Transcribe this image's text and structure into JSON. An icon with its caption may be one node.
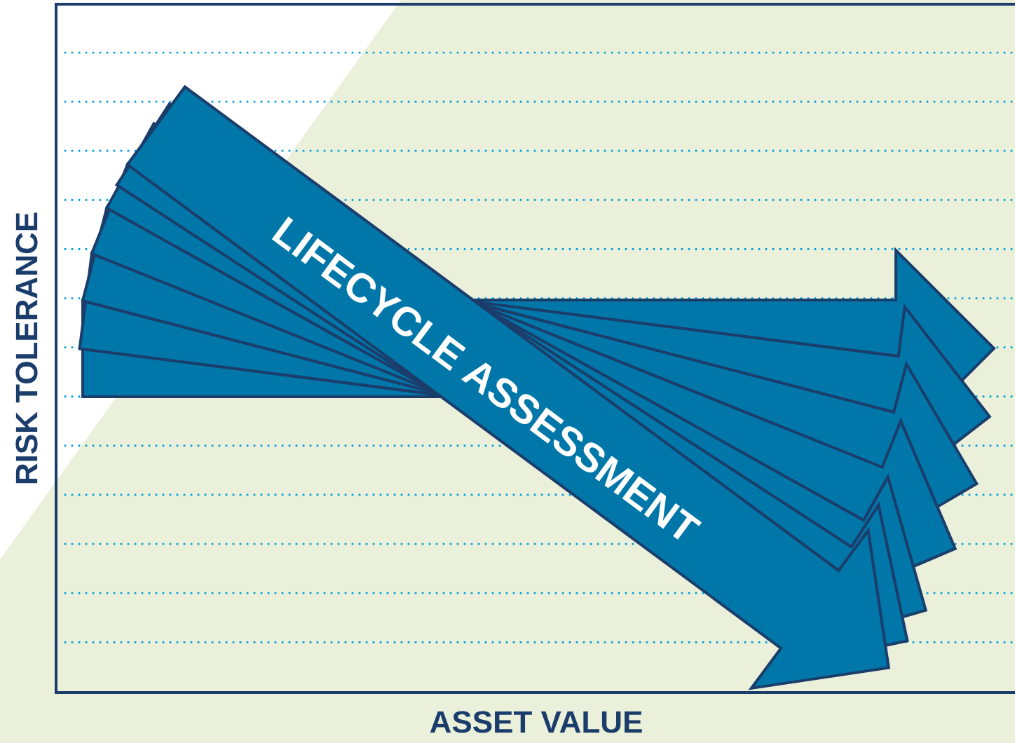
{
  "diagram": {
    "labels": [
      "LIFECYCLE ASSESSMENT",
      "RISK TOLERANCE",
      "ASSET VALUE"
    ]
  }
}
